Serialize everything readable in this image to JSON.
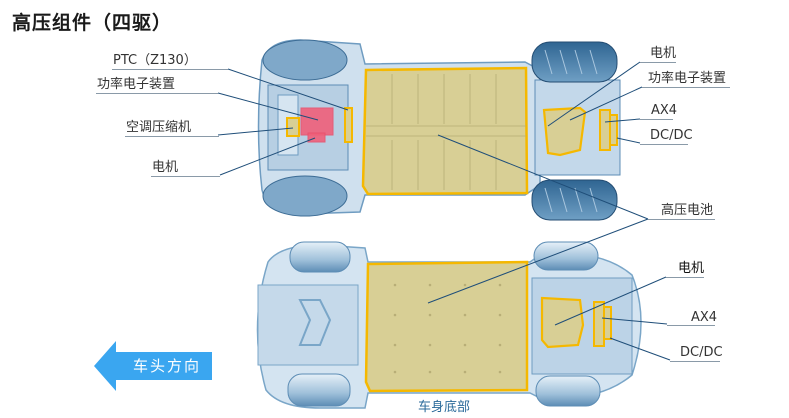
{
  "title": "高压组件（四驱）",
  "colors": {
    "highlight_yellow": "#f5b800",
    "battery_fill": "#d8cf95",
    "ptc_pink": "#f0607a",
    "car_blue": "#7aa6c8",
    "car_dark": "#2e5f8a",
    "arrow_blue": "#3aa6f0",
    "leader_line": "#1f4e79"
  },
  "top_view": {
    "left_labels": [
      {
        "text": "PTC（Z130）"
      },
      {
        "text": "功率电子装置"
      },
      {
        "text": "空调压缩机"
      },
      {
        "text": "电机"
      }
    ],
    "right_labels": [
      {
        "text": "电机"
      },
      {
        "text": "功率电子装置"
      },
      {
        "text": "AX4"
      },
      {
        "text": "DC/DC"
      },
      {
        "text": "高压电池"
      }
    ]
  },
  "bottom_view": {
    "right_labels": [
      {
        "text": "电机"
      },
      {
        "text": "AX4"
      },
      {
        "text": "DC/DC"
      }
    ],
    "caption": "车身底部"
  },
  "direction_arrow": {
    "label": "车头方向",
    "icon": "arrow-left-icon"
  }
}
